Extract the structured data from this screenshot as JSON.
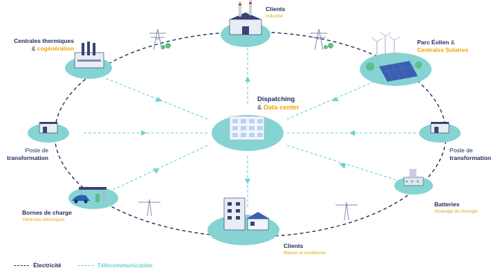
{
  "nodes": {
    "clients_industry": {
      "title": "Clients",
      "subtitle": "Industrie"
    },
    "thermal": {
      "line1": "Centrales thermiques",
      "line2_prefix": "& ",
      "line2": "cogénération"
    },
    "wind_solar": {
      "line1": "Parc Éolien",
      "line1_suffix": " &",
      "line2": "Centrales Solaires"
    },
    "dispatching": {
      "line1": "Dispatching",
      "line2_prefix": "& ",
      "line2": "Data center"
    },
    "poste_left": {
      "line1": "Poste de",
      "line2": "transformation"
    },
    "poste_right": {
      "line1": "Poste de",
      "line2": "transformation"
    },
    "charging": {
      "title": "Bornes de charge",
      "subtitle": "Véhicules électriques"
    },
    "batteries": {
      "title": "Batteries",
      "subtitle": "Stockage de l'énergie"
    },
    "clients_homes": {
      "title": "Clients",
      "subtitle": "Maison et résidences"
    }
  },
  "legend": {
    "electricity": "Électricité",
    "telecom": "Télécommunication"
  },
  "colors": {
    "electricity": "#1f2a5c",
    "telecom": "#6fcfcf",
    "platform": "#86d3d3",
    "accent": "#f0a300"
  }
}
